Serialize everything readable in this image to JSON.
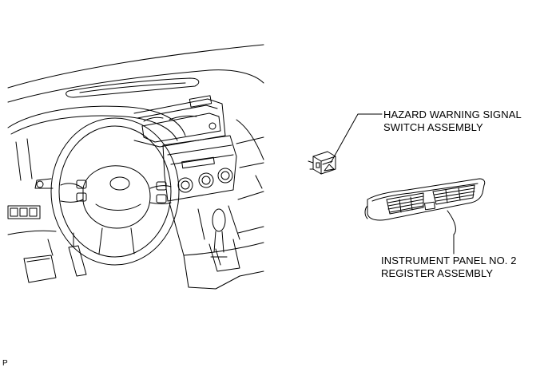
{
  "labels": {
    "hazard_switch": {
      "line1": "HAZARD WARNING SIGNAL",
      "line2": "SWITCH ASSEMBLY"
    },
    "register": {
      "line1": "INSTRUMENT PANEL NO. 2",
      "line2": "REGISTER ASSEMBLY"
    }
  },
  "figure_code": "P",
  "colors": {
    "line": "#000000",
    "background": "#ffffff"
  }
}
